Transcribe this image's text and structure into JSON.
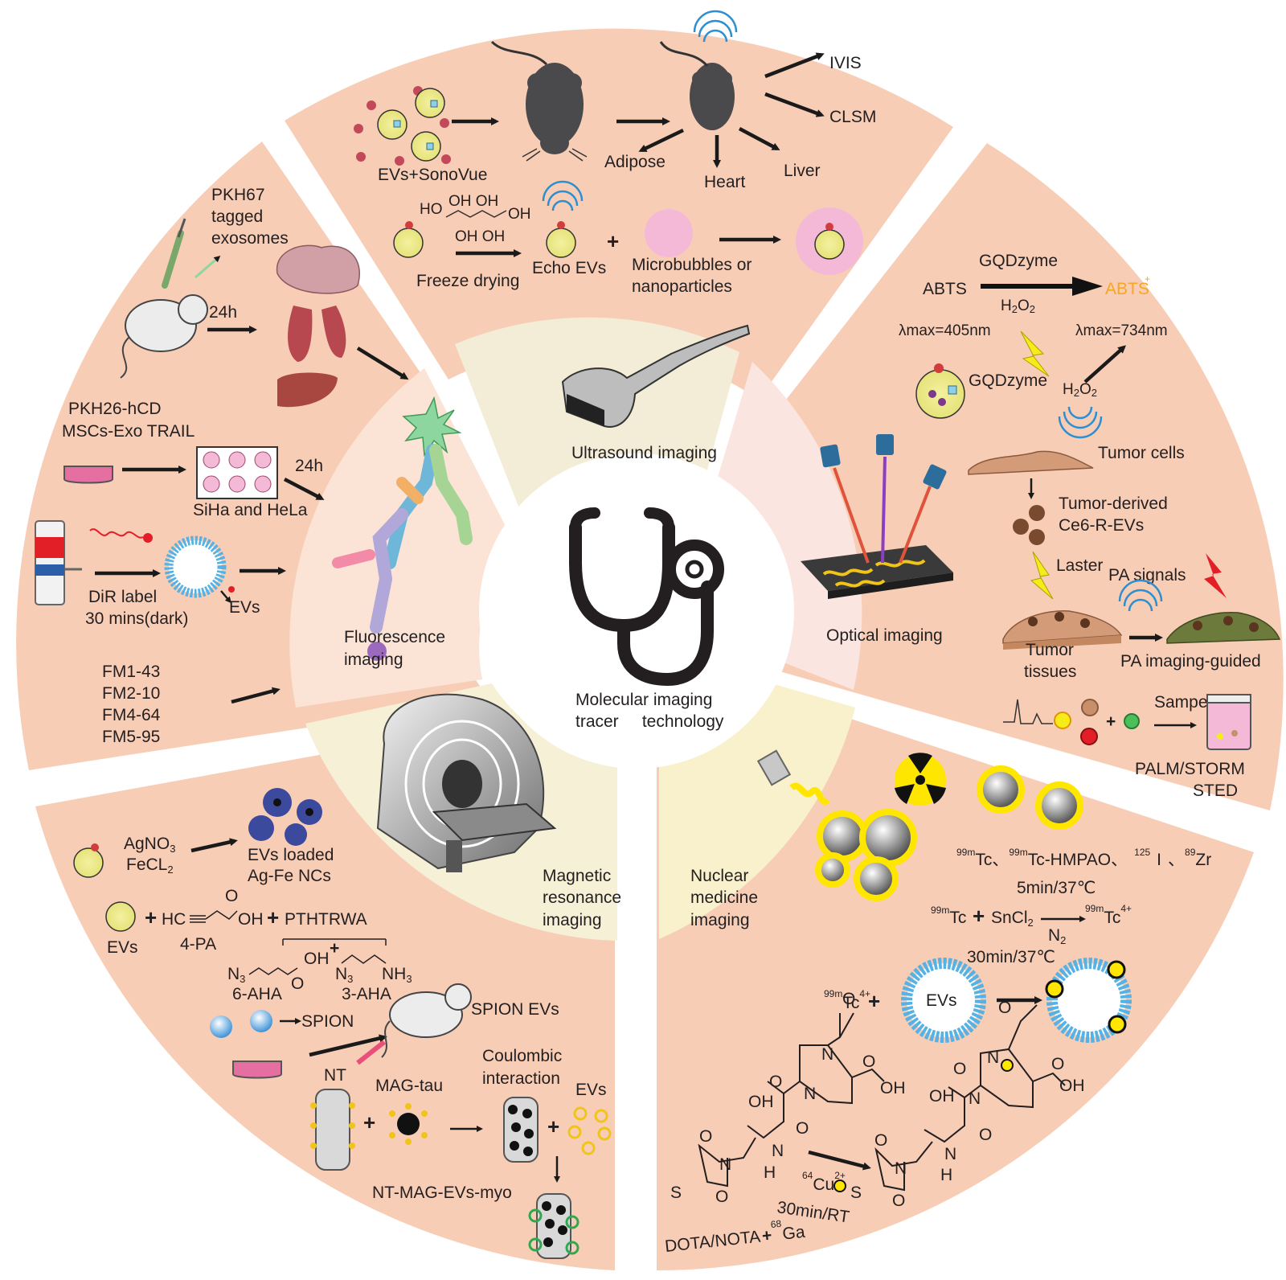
{
  "colors": {
    "outer_ring": "#f8cdb6",
    "ultrasound_inner": "#f3ecd6",
    "optical_inner": "#fbe5e1",
    "nuclear_inner": "#f9f0cc",
    "mri_inner": "#f6f0d6",
    "fluorescence_inner": "#fbe3d5",
    "center": "#ffffff",
    "abts_product": "#f6a623",
    "radiation_yellow": "#ffe600"
  },
  "center": {
    "icon": "stethoscope-icon",
    "line1": "Molecular imaging",
    "line2": "tracer     technology"
  },
  "sectors": {
    "ultrasound": {
      "title": "Ultrasound imaging",
      "icon": "ultrasound-probe-icon"
    },
    "optical": {
      "title": "Optical imaging",
      "icon": "laser-chip-icon"
    },
    "nuclear": {
      "title_lines": [
        "Nuclear",
        "medicine",
        "imaging"
      ],
      "icon": "radiation-icon"
    },
    "mri": {
      "title_lines": [
        "Magnetic",
        "resonance",
        "imaging"
      ],
      "icon": "mri-scanner-icon"
    },
    "fluorescence": {
      "title_lines": [
        "Fluorescence",
        "imaging"
      ],
      "icon": "antibody-icon"
    }
  },
  "ultrasound_panel": {
    "evs_sonovue": "EVs+SonoVue",
    "adipose": "Adipose",
    "heart": "Heart",
    "liver": "Liver",
    "ivis": "IVIS",
    "clsm": "CLSM",
    "sugar_ho": "HO",
    "sugar_oh_top": "OH OH",
    "sugar_oh_right": "OH",
    "sugar_oh_bottom": "OH OH",
    "freeze_drying": "Freeze drying",
    "echo_evs": "Echo EVs",
    "plus": "+",
    "microbubbles_line1": "Microbubbles or",
    "microbubbles_line2": "nanoparticles"
  },
  "optical_panel": {
    "gqdzyme_top": "GQDzyme",
    "abts": "ABTS",
    "abts_product": "ABTS",
    "abts_product_charge": "+",
    "h2o2_a": "H",
    "h2o2_b": "2",
    "h2o2_c": "O",
    "h2o2_d": "2",
    "lambda_405": "λmax=405nm",
    "lambda_734": "λmax=734nm",
    "gqdzyme_label": "GQDzyme",
    "tumor_cells": "Tumor cells",
    "tumor_derived_line1": "Tumor-derived",
    "tumor_derived_line2": "Ce6-R-EVs",
    "laster": "Laster",
    "pa_signals": "PA signals",
    "tumor_tissues_line1": "Tumor",
    "tumor_tissues_line2": "tissues",
    "pa_guided": "PA imaging-guided",
    "sampe": "Sampe",
    "palm_storm": "PALM/STORM",
    "sted": "STED",
    "plus": "+"
  },
  "nuclear_panel": {
    "isotopes_99m_1": "99m",
    "isotopes_tc_1": "Tc、",
    "isotopes_99m_2": "99m",
    "isotopes_tc_hmpao": "Tc-HMPAO、",
    "isotopes_125": "125",
    "isotopes_i": "I",
    "isotopes_sep": "、",
    "isotopes_89": "89",
    "isotopes_zr": "Zr",
    "cond_5min": "5min/37℃",
    "tc_99m": "99m",
    "tc": "Tc",
    "plus": "+",
    "sncl2": "SnCl",
    "sncl2_sub": "2",
    "tc4_99m": "99m",
    "tc4": "Tc",
    "tc4_charge": "4+",
    "n2": "N",
    "n2_sub": "2",
    "cond_30min_37": "30min/37℃",
    "tc4b_99m": "99m",
    "tc4b": "Tc",
    "tc4b_charge": "4+",
    "evs": "EVs",
    "oh": "OH",
    "o": "O",
    "n": "N",
    "h": "H",
    "s": "S",
    "cu_64": "64",
    "cu": "Cu",
    "cu_charge": "2+",
    "cond_30min_rt": "30min/RT",
    "dota": "DOTA/NOTA",
    "ga_68": "68",
    "ga": "Ga"
  },
  "mri_panel": {
    "agno3": "AgNO",
    "agno3_sub": "3",
    "fecl2": "FeCL",
    "fecl2_sub": "2",
    "evs_loaded_line1": "EVs loaded",
    "evs_loaded_line2": "Ag-Fe NCs",
    "evs": "EVs",
    "plus": "+",
    "hc": "HC",
    "oh": "OH",
    "o": "O",
    "pthtrwa": "PTHTRWA",
    "four_pa": "4-PA",
    "n3": "N",
    "n3_sub": "3",
    "nh3": "NH",
    "nh3_sub": "3",
    "six_aha": "6-AHA",
    "three_aha": "3-AHA",
    "spion": "SPION",
    "spion_evs": "SPION EVs",
    "nt": "NT",
    "mag_tau": "MAG-tau",
    "coulombic_line1": "Coulombic",
    "coulombic_line2": "interaction",
    "evs_small": "EVs",
    "nt_mag": "NT-MAG-EVs-myo"
  },
  "fluorescence_panel": {
    "pkh67_line1": "PKH67",
    "pkh67_line2": "tagged",
    "pkh67_line3": "exosomes",
    "t24h_a": "24h",
    "pkh26_line1": "PKH26-hCD",
    "pkh26_line2": "MSCs-Exo TRAIL",
    "t24h_b": "24h",
    "siha": "SiHa and HeLa",
    "dir_line1": "DiR label",
    "dir_line2": "30 mins(dark)",
    "evs": "EVs",
    "fm1": "FM1-43",
    "fm2": "FM2-10",
    "fm3": "FM4-64",
    "fm4": "FM5-95"
  }
}
